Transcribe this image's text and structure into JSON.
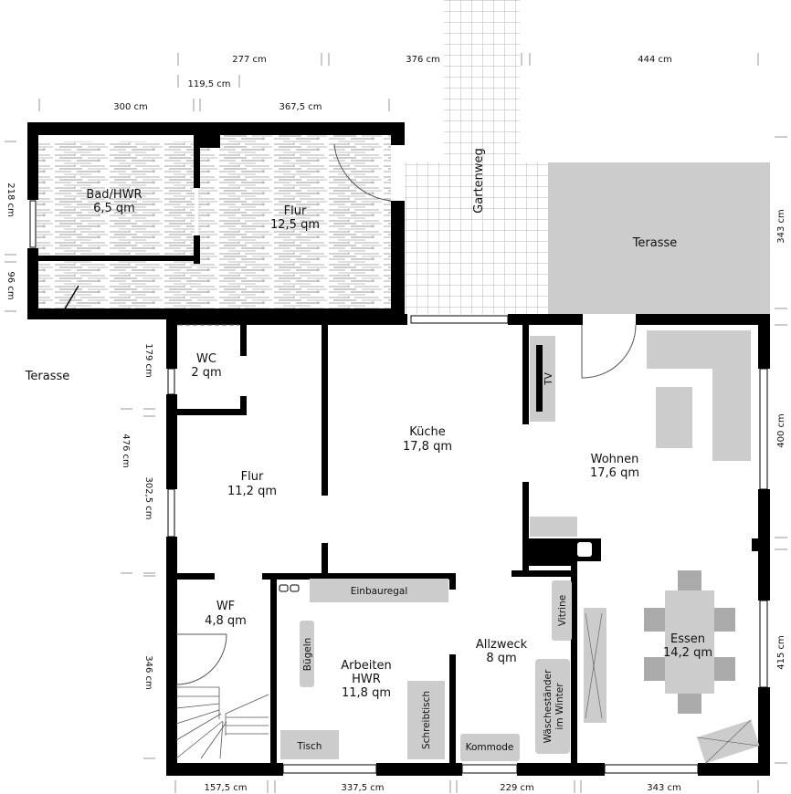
{
  "colors": {
    "wall": "#000000",
    "furniture": "#cccccc",
    "furniture_dark": "#aaaaaa",
    "grid": "#b5b5b5",
    "terrace": "#cccccc",
    "background": "#ffffff"
  },
  "rooms": {
    "bad": {
      "name": "Bad/HWR",
      "area": "6,5 qm"
    },
    "flur_oben": {
      "name": "Flur",
      "area": "12,5 qm"
    },
    "wc": {
      "name": "WC",
      "area": "2 qm"
    },
    "flur": {
      "name": "Flur",
      "area": "11,2 qm"
    },
    "kueche": {
      "name": "Küche",
      "area": "17,8 qm"
    },
    "wohnen": {
      "name": "Wohnen",
      "area": "17,6 qm"
    },
    "wf": {
      "name": "WF",
      "area": "4,8 qm"
    },
    "arbeiten": {
      "name1": "Arbeiten",
      "name2": "HWR",
      "area": "11,8 qm"
    },
    "allzweck": {
      "name": "Allzweck",
      "area": "8 qm"
    },
    "essen": {
      "name": "Essen",
      "area": "14,2 qm"
    }
  },
  "outdoor": {
    "terasse_main": "Terasse",
    "terasse_left": "Terasse",
    "gartenweg": "Gartenweg"
  },
  "furniture": {
    "tv": "TV",
    "einbauregal": "Einbauregal",
    "buegeln": "Bügeln",
    "schreibtisch": "Schreibtisch",
    "tisch": "Tisch",
    "kommode": "Kommode",
    "vitrine": "Vitrine",
    "waeschestaender_1": "Wäscheständer",
    "waeschestaender_2": "im Winter"
  },
  "dimensions": {
    "top": {
      "d277": "277 cm",
      "d376": "376 cm",
      "d444": "444 cm",
      "d119_5": "119,5 cm",
      "d300": "300 cm",
      "d367_5": "367,5 cm"
    },
    "left": {
      "d218": "218 cm",
      "d96": "96 cm",
      "d179": "179 cm",
      "d476": "476 cm",
      "d302_5": "302,5 cm",
      "d346": "346 cm"
    },
    "right": {
      "d343": "343 cm",
      "d400": "400 cm",
      "d415": "415 cm"
    },
    "bottom": {
      "d157_5": "157,5 cm",
      "d337_5": "337,5 cm",
      "d229": "229 cm",
      "d343": "343 cm"
    }
  }
}
